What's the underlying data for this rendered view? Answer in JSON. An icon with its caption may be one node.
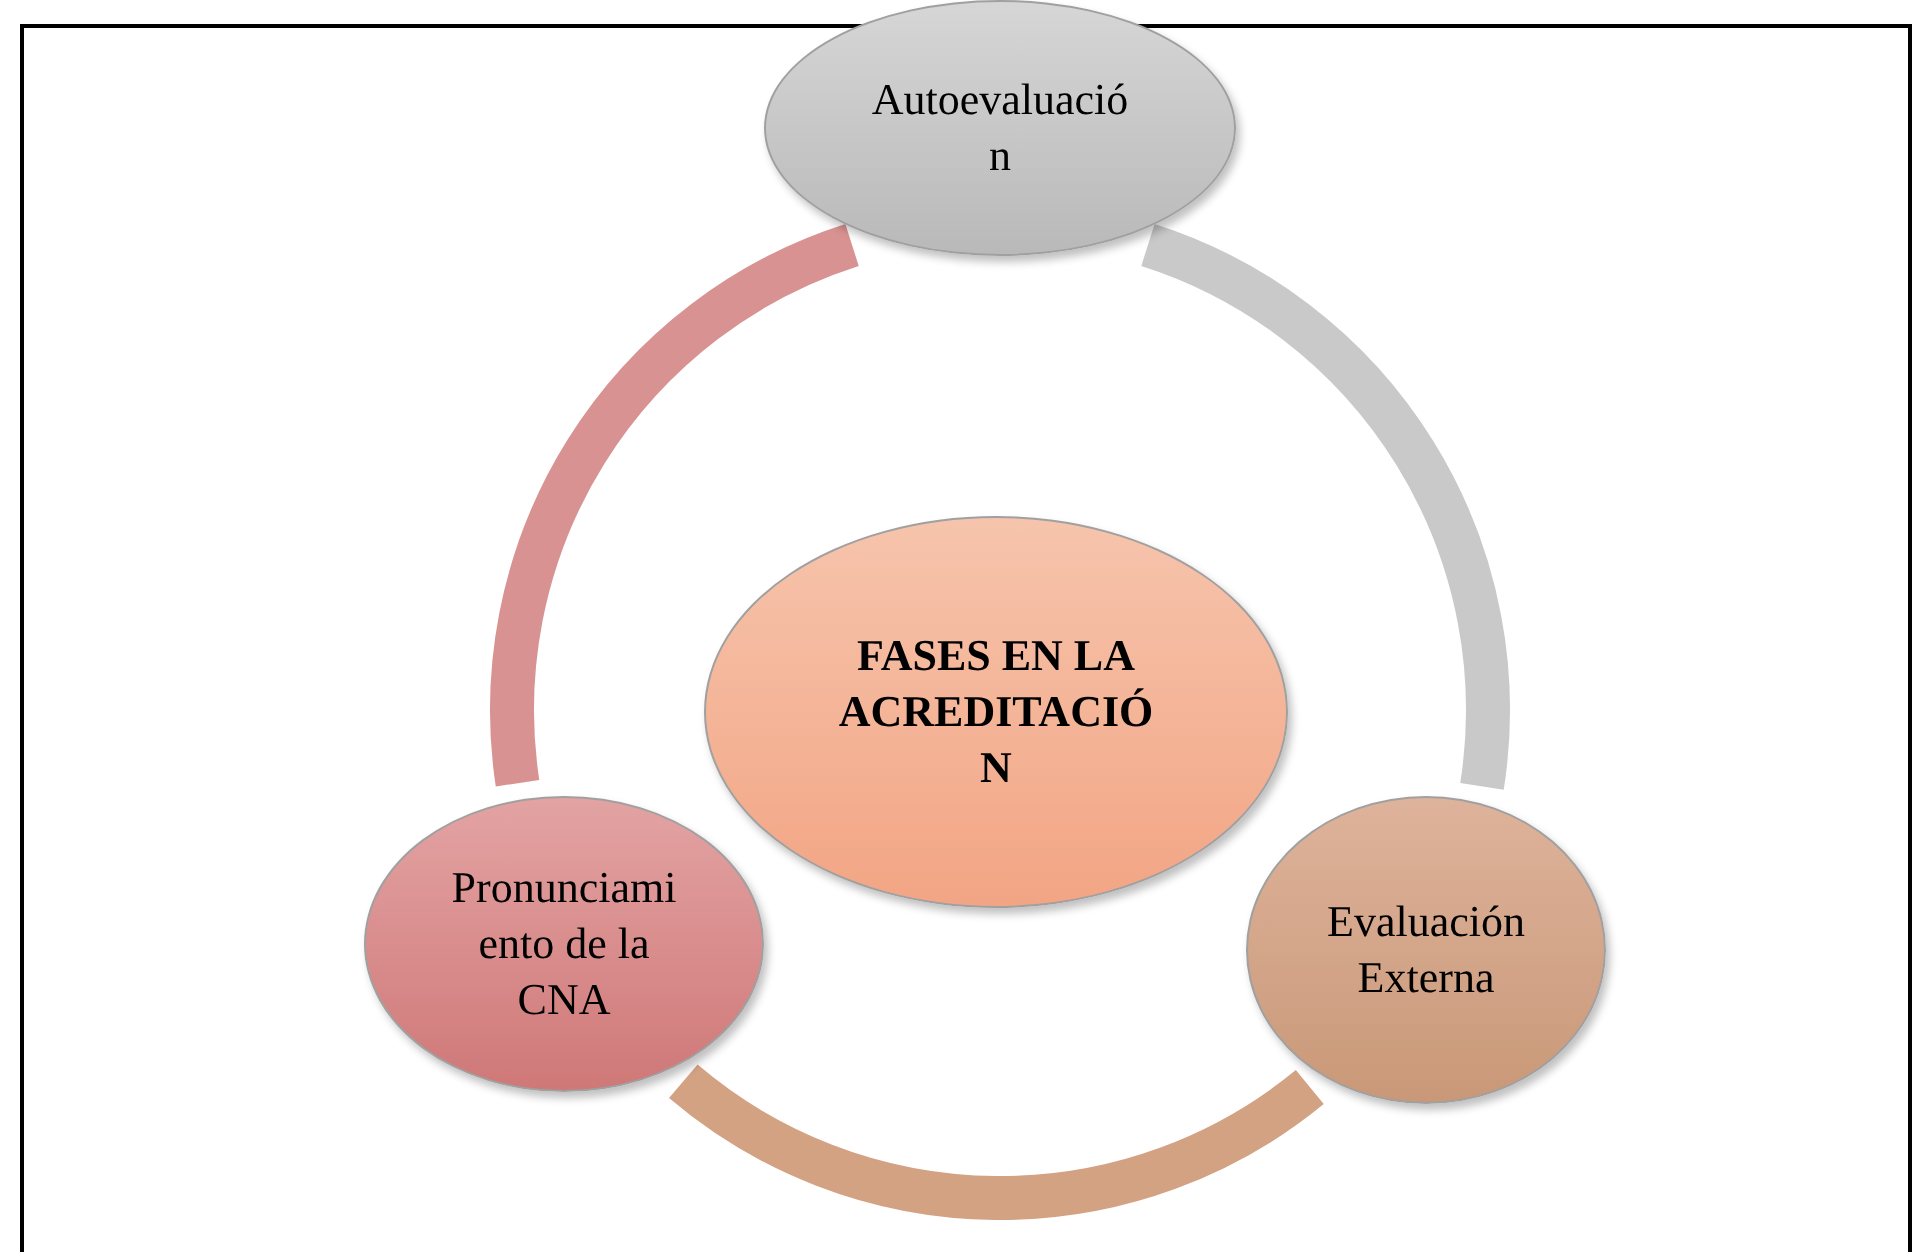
{
  "diagram": {
    "nodes": [
      {
        "text": [
          "Autoevaluació n"
        ]
      },
      {
        "text": [
          "FASES EN LA ACREDITACIÓ N"
        ]
      },
      {
        "text": [
          "Pronunciami ento de la CNA"
        ]
      },
      {
        "text": [
          "Evaluación Externa"
        ]
      }
    ],
    "edges": [
      {
        "from": 0,
        "to": 3,
        "arrow": "none",
        "color": "#c9c9c9"
      },
      {
        "from": 3,
        "to": 2,
        "arrow": "none",
        "color": "#d2a283"
      },
      {
        "from": 2,
        "to": 0,
        "arrow": "none",
        "color": "#d99292"
      }
    ]
  }
}
